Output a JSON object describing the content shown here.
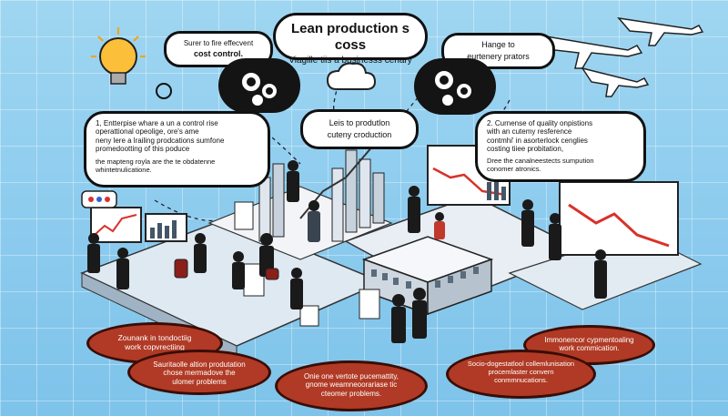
{
  "bubbles": {
    "title": {
      "line1": "Lean production s coss",
      "line2": "Viagille tiis a businesss cenary"
    },
    "cost_control": {
      "line1": "Surer to fire effecvent",
      "line2": "cost control."
    },
    "partners": {
      "line1": "Hange to",
      "line2": "eurtenery prators"
    },
    "production": {
      "line1": "Leis to produtlon",
      "line2": "cuteny croduction"
    },
    "enterprise": {
      "line1": "1, Entterpise whare a un a control rise",
      "line2": "operattional opeolige, ore's ame",
      "line3": "neny lere a lrailing prodcations sumfone",
      "line4": "promedootting of this poduce",
      "line5": "the mapteng royla are the te obdatenne",
      "line6": "whintetnulicatione."
    },
    "quality": {
      "line1": "2. Curnense of quality onpistions",
      "line2": "with an cutemy resference",
      "line3": "contmhi' in asorterlock cenglies",
      "line4": "costing tiiee probitation,",
      "line5": "Dree the canalneestects sumpution",
      "line6": "conomer atronics."
    },
    "red_left": {
      "line1": "Zounank in tondoctiig",
      "line2": "work copvrectiing"
    },
    "red_left2": {
      "line1": "Sauritaolle altion produtation",
      "line2": "chose mermadove the",
      "line3": "ulomer problems"
    },
    "red_center": {
      "line1": "Onie one vertote pucemattity,",
      "line2": "gnome weamneoorariase tic",
      "line3": "cteomer problems."
    },
    "red_right": {
      "line1": "Immonencor cypmentoaling",
      "line2": "work commication."
    },
    "red_right2": {
      "line1": "Socio-dogestatlool collemlunisation",
      "line2": "procemlaster convern",
      "line3": "conmmnucations."
    }
  },
  "colors": {
    "background": "#8ccbee",
    "bubble_black": "#141414",
    "bubble_red": "#b03a25",
    "chart_red": "#d8322a"
  }
}
